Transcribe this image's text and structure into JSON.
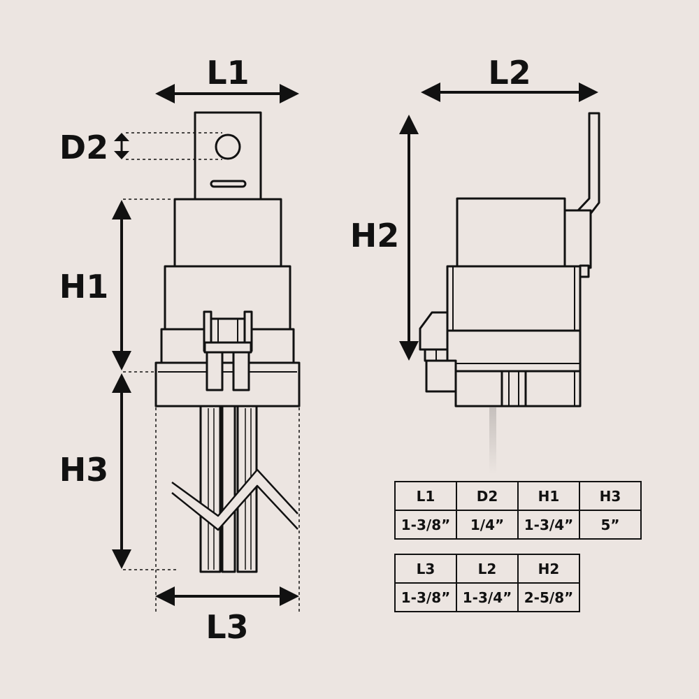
{
  "diagram": {
    "labels": {
      "l1": "L1",
      "l2": "L2",
      "l3": "L3",
      "d2": "D2",
      "h1": "H1",
      "h2": "H2",
      "h3": "H3"
    },
    "colors": {
      "background": "#ece5e1",
      "ink": "#111111"
    }
  },
  "tables": [
    {
      "headers": [
        "L1",
        "D2",
        "H1",
        "H3"
      ],
      "values": [
        "1-3/8”",
        "1/4”",
        "1-3/4”",
        "5”"
      ]
    },
    {
      "headers": [
        "L3",
        "L2",
        "H2"
      ],
      "values": [
        "1-3/8”",
        "1-3/4”",
        "2-5/8”"
      ]
    }
  ]
}
